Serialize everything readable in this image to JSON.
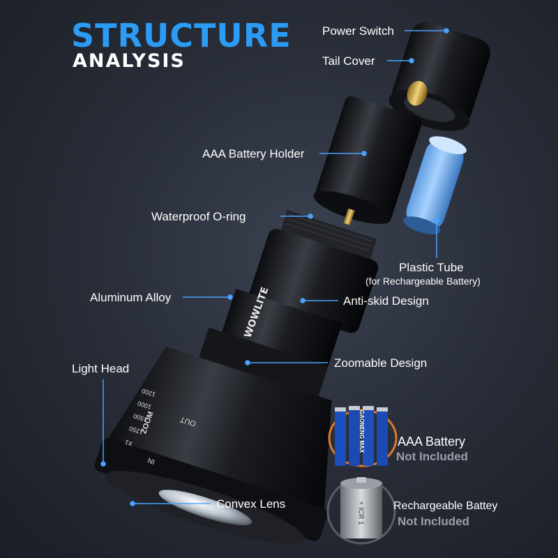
{
  "title": {
    "line1": "STRUCTURE",
    "line2": "ANALYSIS"
  },
  "labels": {
    "power_switch": "Power Switch",
    "tail_cover": "Tail Cover",
    "battery_holder": "AAA Battery Holder",
    "oring": "Waterproof O-ring",
    "plastic_tube": "Plastic Tube",
    "plastic_tube_sub": "(for Rechargeable Battery)",
    "aluminum": "Aluminum Alloy",
    "anti_skid": "Anti-skid Design",
    "light_head": "Light Head",
    "zoomable": "Zoomable Design",
    "convex_lens": "Convex Lens",
    "aaa_battery": "AAA Battery",
    "aaa_not_included": "Not Included",
    "rechargeable": "Rechargeable Battey",
    "rech_not_included": "Not Included"
  },
  "brand": "WOWLITE",
  "zoom_text": {
    "zoom": "ZOOM",
    "out": "OUT",
    "in": "IN"
  },
  "mode_marks": [
    "1200",
    "1000",
    "1500",
    "1250",
    "X1"
  ],
  "battery_brand": "GAONENG MAX",
  "cell_label": "+ ICR 1",
  "colors": {
    "accent": "#2b9bf4",
    "line": "#4aa3ff",
    "muted": "#9aa0aa"
  }
}
